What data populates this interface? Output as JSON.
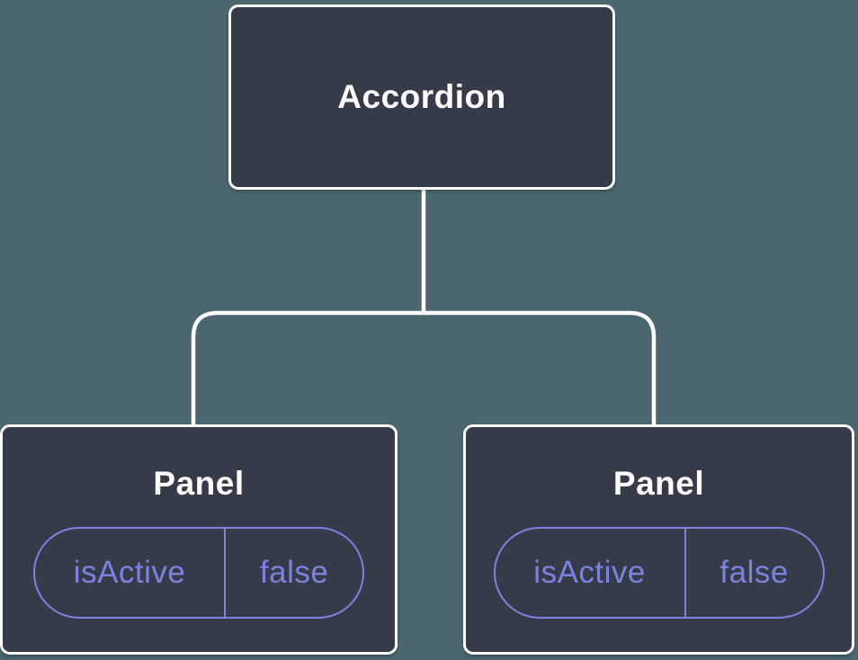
{
  "diagram": {
    "type": "component-tree",
    "root": {
      "label": "Accordion"
    },
    "children": [
      {
        "label": "Panel",
        "state": {
          "key": "isActive",
          "value": "false"
        }
      },
      {
        "label": "Panel",
        "state": {
          "key": "isActive",
          "value": "false"
        }
      }
    ],
    "colors": {
      "background": "#4B666E",
      "node_fill": "#353B48",
      "node_border": "#FFFFFF",
      "node_text": "#FFFFFF",
      "state_accent": "#7C82E0",
      "connector": "#FFFFFF"
    }
  }
}
